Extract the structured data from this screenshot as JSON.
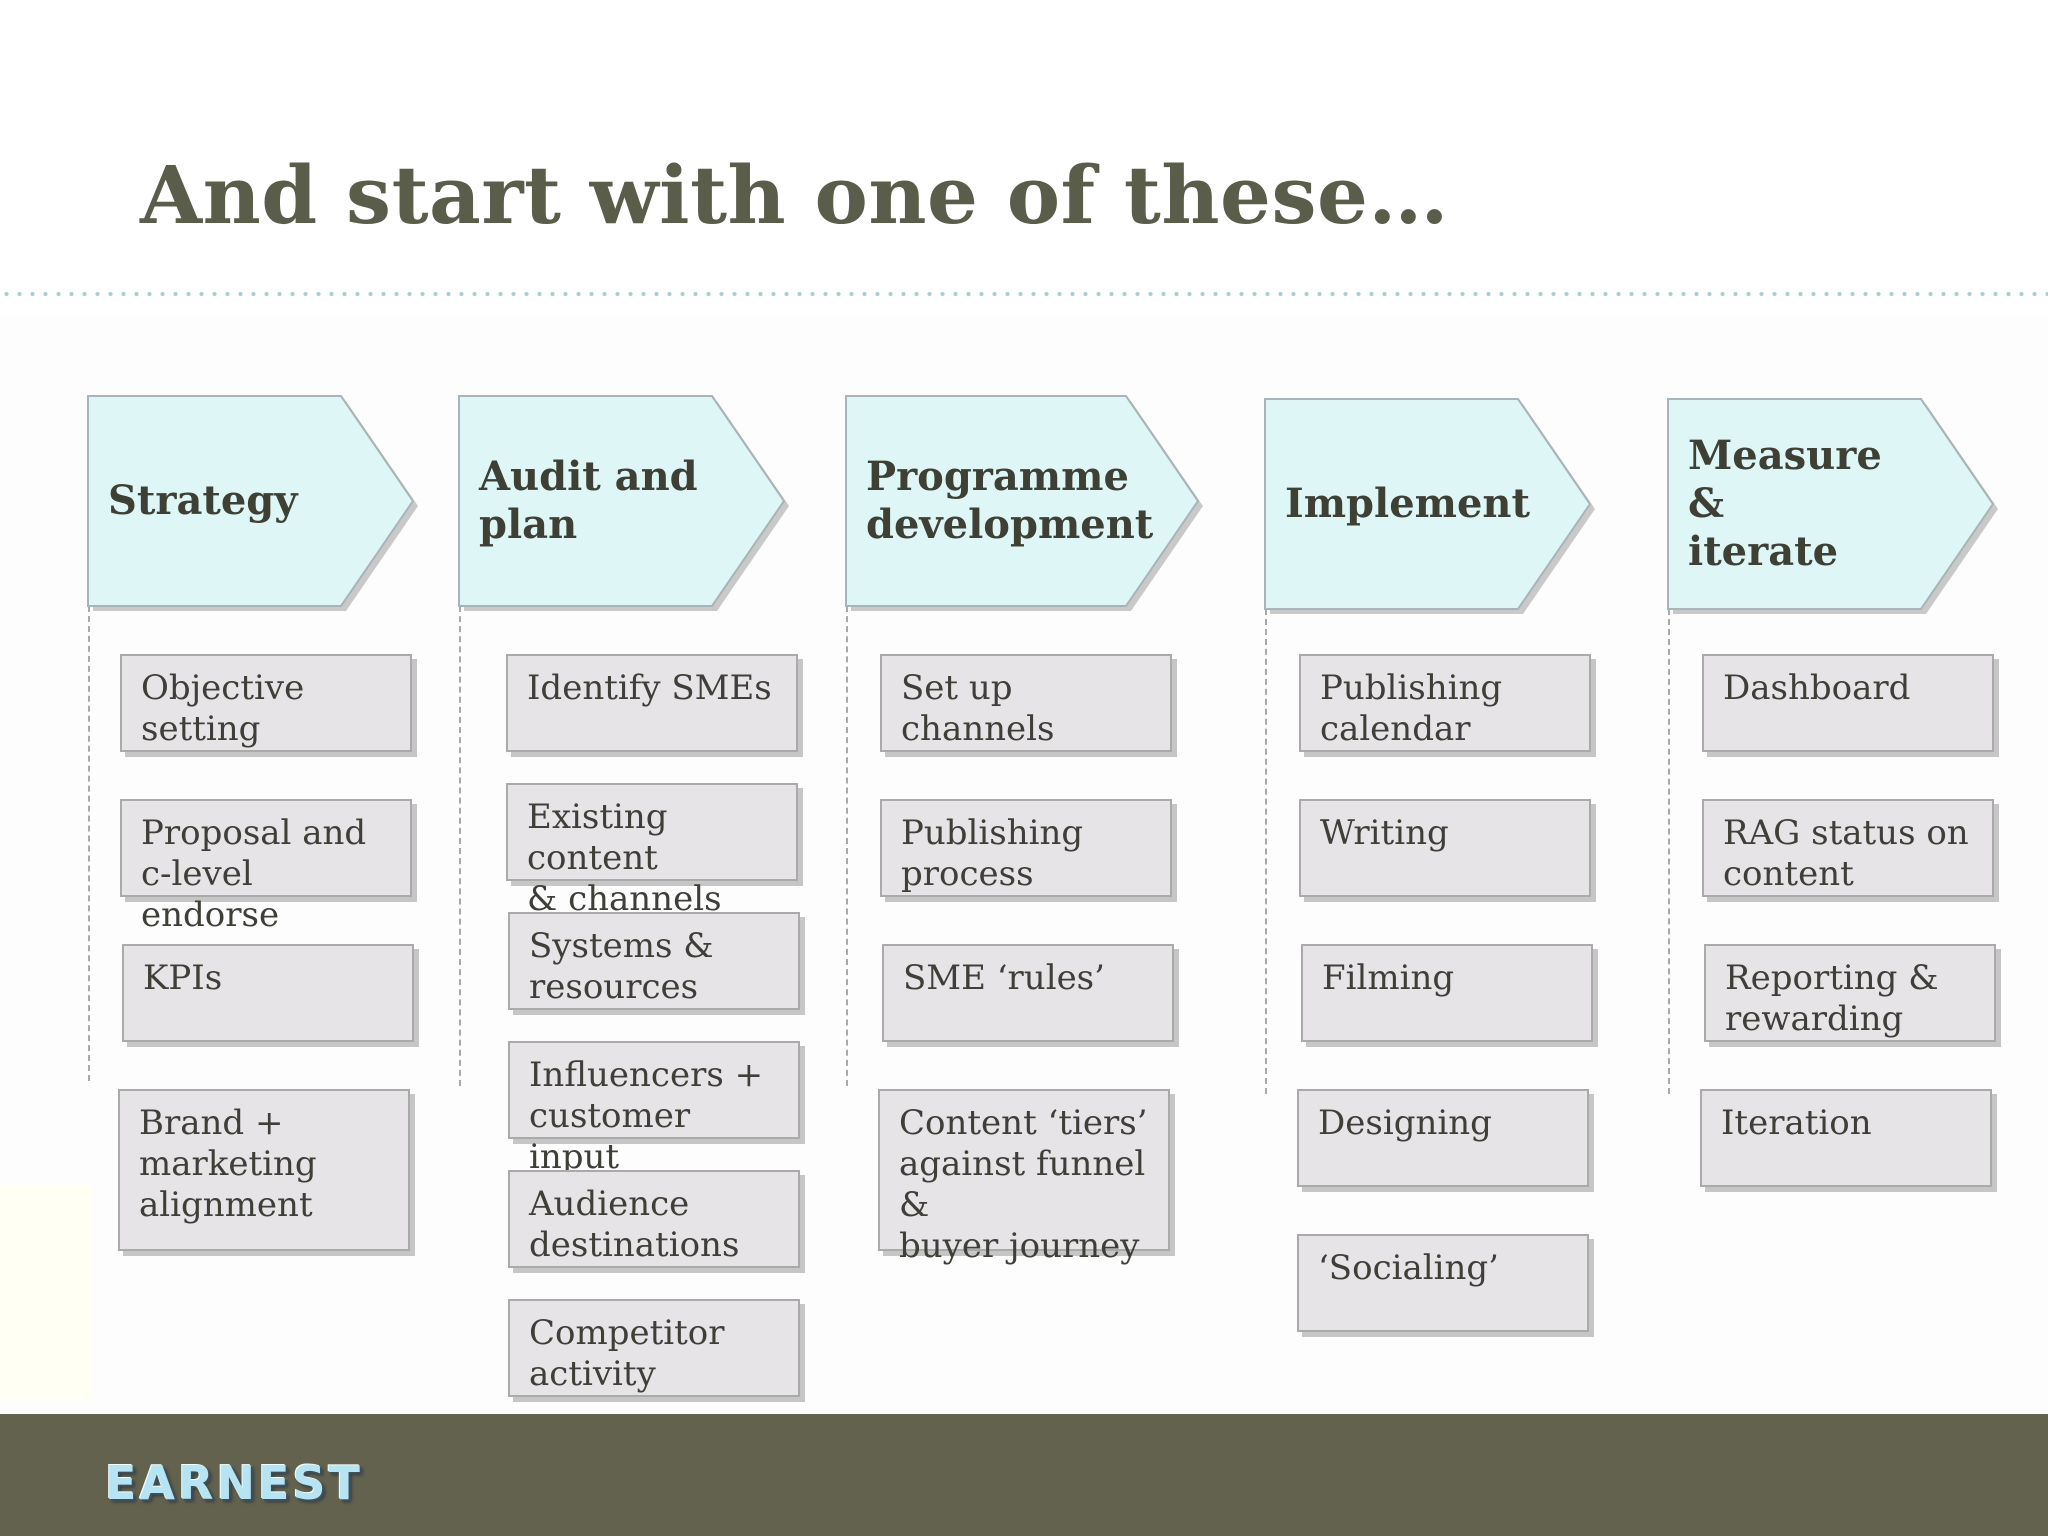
{
  "title": "And start with one of these…",
  "colors": {
    "title": "#5b5d4b",
    "chevron_fill": "#dff6f6",
    "chevron_stroke": "#a9b4b8",
    "task_fill": "#e6e4e7",
    "footer": "#63624f",
    "logo": "#b6e4f2"
  },
  "columns": [
    {
      "heading": "Strategy",
      "items": [
        "Objective\nsetting",
        "Proposal and\nc-level endorse",
        "KPIs",
        "Brand +\nmarketing\nalignment"
      ]
    },
    {
      "heading": "Audit and\nplan",
      "items": [
        "Identify SMEs",
        "Existing content\n& channels",
        "Systems &\nresources",
        "Influencers +\ncustomer input",
        "Audience\ndestinations",
        "Competitor\nactivity"
      ]
    },
    {
      "heading": "Programme\ndevelopment",
      "items": [
        "Set up channels",
        "Publishing\nprocess",
        "SME ‘rules’",
        "Content ‘tiers’\nagainst funnel &\nbuyer journey"
      ]
    },
    {
      "heading": "Implement",
      "items": [
        "Publishing\ncalendar",
        "Writing",
        "Filming",
        "Designing",
        "‘Socialing’"
      ]
    },
    {
      "heading": "Measure &\niterate",
      "items": [
        "Dashboard",
        "RAG status on\ncontent",
        "Reporting &\nrewarding",
        "Iteration"
      ]
    }
  ],
  "footer": {
    "logo_text": "EARNEST"
  }
}
